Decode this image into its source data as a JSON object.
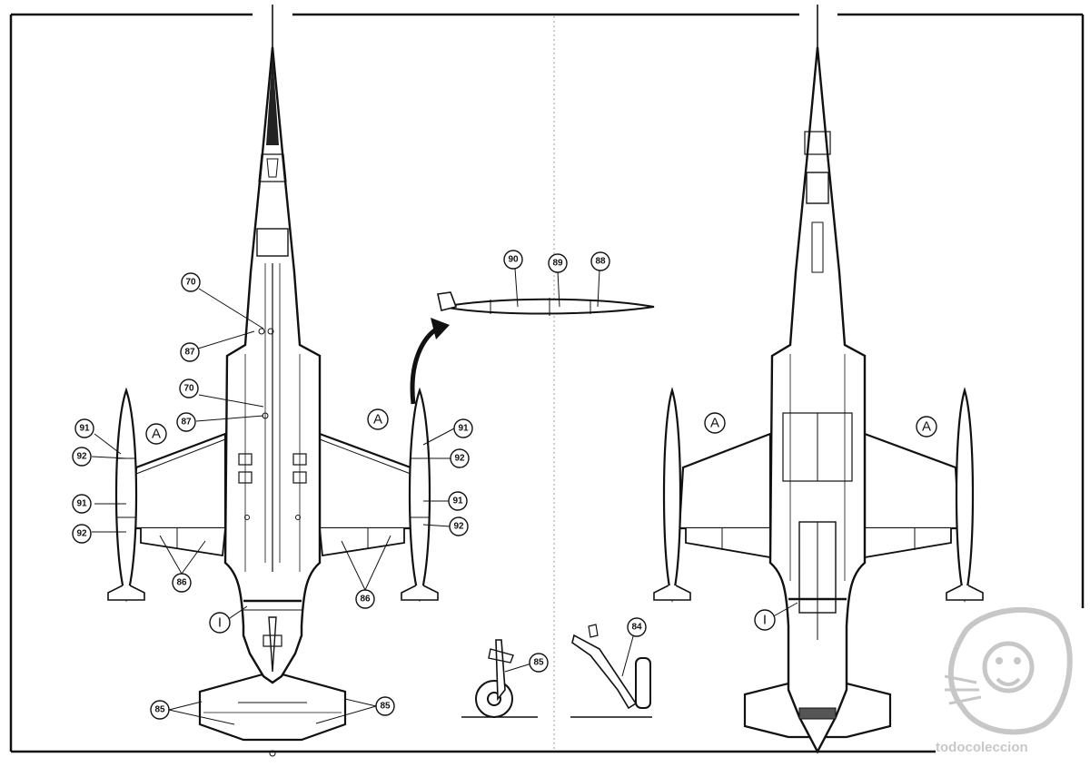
{
  "title": "",
  "views": {
    "top_view": {
      "name": "top-view"
    },
    "bottom_view": {
      "name": "bottom-view"
    },
    "tank_detail": {
      "name": "drop-tank-detail"
    },
    "landing_gear_details": {
      "name": "landing-gear-details"
    }
  },
  "callouts": {
    "left_view": [
      {
        "id": "c70a",
        "text": "70"
      },
      {
        "id": "c87a",
        "text": "87"
      },
      {
        "id": "c70b",
        "text": "70"
      },
      {
        "id": "c87b",
        "text": "87"
      },
      {
        "id": "c91a",
        "text": "91"
      },
      {
        "id": "c92a",
        "text": "92"
      },
      {
        "id": "c91b",
        "text": "91"
      },
      {
        "id": "c92b",
        "text": "92"
      },
      {
        "id": "cAl",
        "text": "A"
      },
      {
        "id": "cAr",
        "text": "A"
      },
      {
        "id": "c91c",
        "text": "91"
      },
      {
        "id": "c92c",
        "text": "92"
      },
      {
        "id": "c91d",
        "text": "91"
      },
      {
        "id": "c92d",
        "text": "92"
      },
      {
        "id": "c86a",
        "text": "86"
      },
      {
        "id": "c86b",
        "text": "86"
      },
      {
        "id": "cI1",
        "text": "I"
      },
      {
        "id": "c85a",
        "text": "85"
      },
      {
        "id": "c85b",
        "text": "85"
      }
    ],
    "tank_detail": [
      {
        "id": "c90",
        "text": "90"
      },
      {
        "id": "c89",
        "text": "89"
      },
      {
        "id": "c88",
        "text": "88"
      }
    ],
    "gear_detail": [
      {
        "id": "c85c",
        "text": "85"
      },
      {
        "id": "c84",
        "text": "84"
      }
    ],
    "right_view": [
      {
        "id": "cA3",
        "text": "A"
      },
      {
        "id": "cA4",
        "text": "A"
      },
      {
        "id": "cI2",
        "text": "I"
      }
    ]
  },
  "watermark": {
    "text": "todocoleccion",
    "icon": "lion-head-icon",
    "color": "#9a9a9a"
  },
  "colors": {
    "ink": "#111111",
    "paper": "#ffffff"
  }
}
